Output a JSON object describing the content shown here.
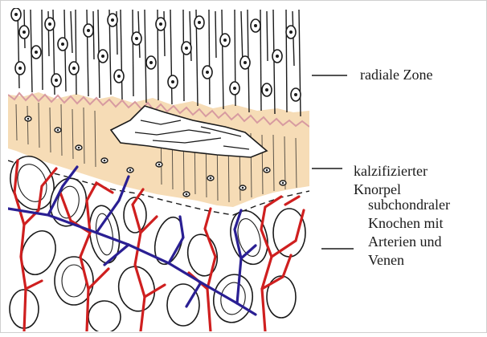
{
  "labels": {
    "radial_zone": "radiale Zone",
    "calcified_cartilage": "kalzifizierter\nKnorpel",
    "subchondral_bone": "subchondraler\nKnochen mit\nArterien und\nVenen"
  },
  "colors": {
    "cartilage_band": "#f6dcb6",
    "tidemark": "#d79aa0",
    "artery": "#cf1f1f",
    "vein": "#2a1f93",
    "ink": "#1a1a1a"
  }
}
